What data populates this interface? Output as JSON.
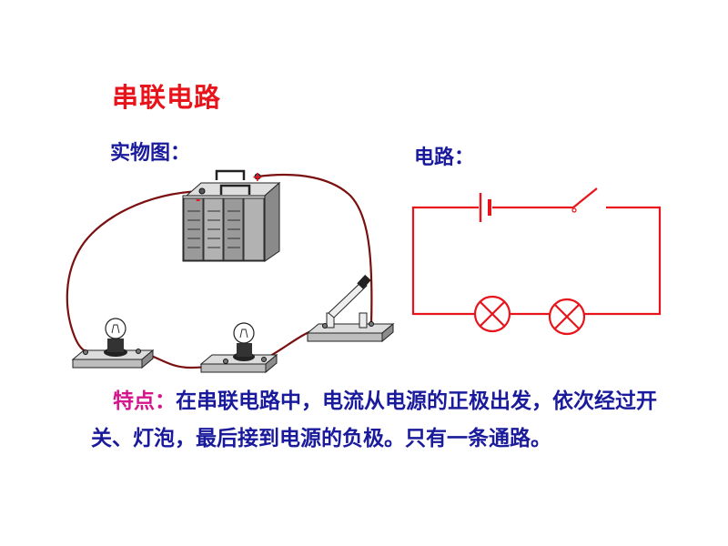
{
  "title": "串联电路",
  "labels": {
    "physical": "实物图：",
    "circuit": "电路："
  },
  "battery": {
    "positive_sign": "+",
    "negative_sign": "-"
  },
  "description": {
    "highlight": "特点：",
    "text": "在串联电路中，电流从电源的正极出发，依次经过开关、灯泡，最后接到电源的负极。只有一条通路。"
  },
  "colors": {
    "title": "#e8141b",
    "text": "#1a1a9c",
    "highlight": "#d4148c",
    "wire": "#7a1010",
    "schematic": "#e8141b"
  }
}
